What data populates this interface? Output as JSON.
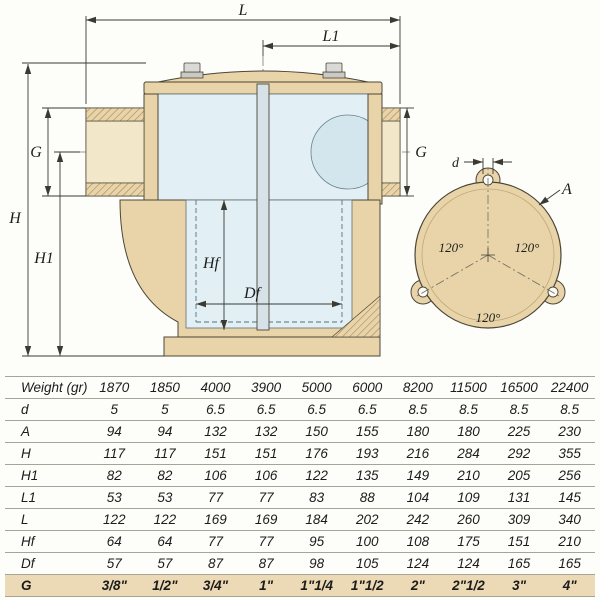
{
  "diagram": {
    "dimension_labels": {
      "L": "L",
      "L1": "L1",
      "G_left": "G",
      "G_right": "G",
      "H": "H",
      "H1": "H1",
      "Hf": "Hf",
      "Df": "Df",
      "d": "d",
      "A": "A",
      "angle_left": "120°",
      "angle_right": "120°",
      "angle_bottom": "120°"
    },
    "colors": {
      "brass": "#e8d4a8",
      "glass": "#e2eff4",
      "highlight_row": "#ecd9b5"
    }
  },
  "table": {
    "rows": [
      {
        "label": "Weight (gr)",
        "values": [
          "1870",
          "1850",
          "4000",
          "3900",
          "5000",
          "6000",
          "8200",
          "11500",
          "16500",
          "22400"
        ],
        "highlight": false
      },
      {
        "label": "d",
        "values": [
          "5",
          "5",
          "6.5",
          "6.5",
          "6.5",
          "6.5",
          "8.5",
          "8.5",
          "8.5",
          "8.5"
        ],
        "highlight": false
      },
      {
        "label": "A",
        "values": [
          "94",
          "94",
          "132",
          "132",
          "150",
          "155",
          "180",
          "180",
          "225",
          "230"
        ],
        "highlight": false
      },
      {
        "label": "H",
        "values": [
          "117",
          "117",
          "151",
          "151",
          "176",
          "193",
          "216",
          "284",
          "292",
          "355"
        ],
        "highlight": false
      },
      {
        "label": "H1",
        "values": [
          "82",
          "82",
          "106",
          "106",
          "122",
          "135",
          "149",
          "210",
          "205",
          "256"
        ],
        "highlight": false
      },
      {
        "label": "L1",
        "values": [
          "53",
          "53",
          "77",
          "77",
          "83",
          "88",
          "104",
          "109",
          "131",
          "145"
        ],
        "highlight": false
      },
      {
        "label": "L",
        "values": [
          "122",
          "122",
          "169",
          "169",
          "184",
          "202",
          "242",
          "260",
          "309",
          "340"
        ],
        "highlight": false
      },
      {
        "label": "Hf",
        "values": [
          "64",
          "64",
          "77",
          "77",
          "95",
          "100",
          "108",
          "175",
          "151",
          "210"
        ],
        "highlight": false
      },
      {
        "label": "Df",
        "values": [
          "57",
          "57",
          "87",
          "87",
          "98",
          "105",
          "124",
          "124",
          "165",
          "165"
        ],
        "highlight": false
      },
      {
        "label": "G",
        "values": [
          "3/8\"",
          "1/2\"",
          "3/4\"",
          "1\"",
          "1\"1/4",
          "1\"1/2",
          "2\"",
          "2\"1/2",
          "3\"",
          "4\""
        ],
        "highlight": true
      }
    ]
  }
}
